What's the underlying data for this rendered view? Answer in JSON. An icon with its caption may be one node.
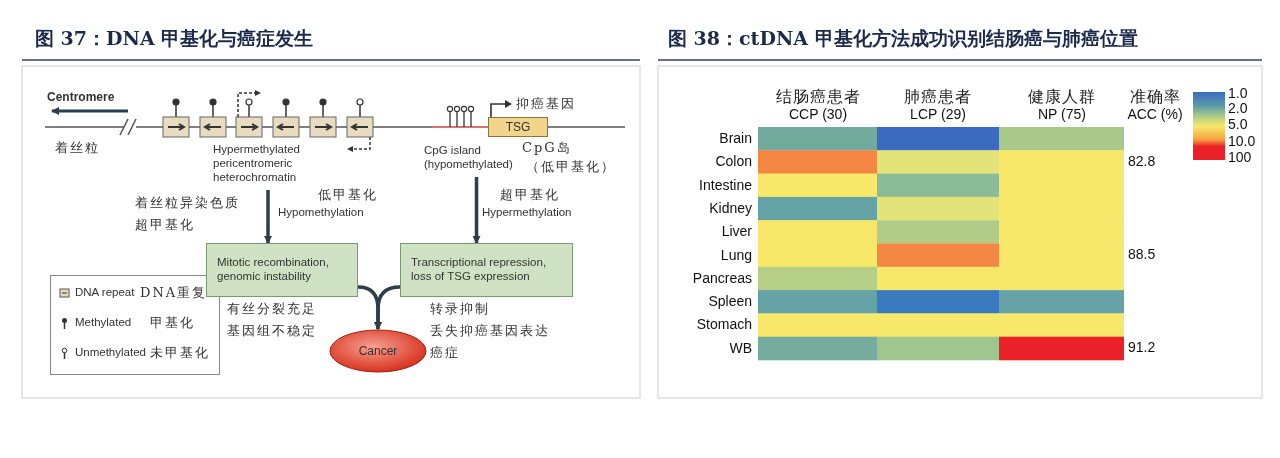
{
  "diagram": {
    "title": "图 37：DNA 甲基化与癌症发生",
    "nodes": [
      {
        "text": [
          "Mitotic recombination, genomic instability"
        ],
        "beside": [
          "有丝分裂充足",
          "基因组不稳定"
        ]
      },
      {
        "text": [
          "Transcriptional repression, loss of TSG expression"
        ],
        "beside": [
          "转录抑制",
          "丢失抑癌基因表达",
          "癌症"
        ]
      },
      {
        "text": [
          "Cancer"
        ]
      },
      {
        "text": [
          "Hypermethylated pericentromeric heterochromatin"
        ],
        "beside": [
          "着丝粒异染色质",
          "超甲基化"
        ]
      },
      {
        "text": [
          "CpG island (hypomethylated)"
        ],
        "beside": [
          "CpG岛",
          "（低甲基化）"
        ]
      },
      {
        "text": [
          "TSG"
        ],
        "beside": [
          "抑癌基因"
        ]
      }
    ],
    "edges": [
      {
        "from": 3,
        "to": 0,
        "arrow": "to",
        "label": "Hypomethylation"
      },
      {
        "from": 4,
        "to": 1,
        "arrow": "to",
        "label": "Hypermethylation"
      },
      {
        "from": 0,
        "to": 2,
        "arrow": "to"
      },
      {
        "from": 1,
        "to": 2,
        "arrow": "to"
      }
    ],
    "labels": [
      "Centromere",
      "着丝粒",
      "低甲基化",
      "超甲基化",
      "DNA重复",
      "甲基化",
      "未甲基化",
      "图 38：ctDNA 甲基化方法成功识别结肠癌与肺癌位置",
      "结肠癌患者",
      "CCP (30)",
      "肺癌患者",
      "LCP (29)",
      "健康人群",
      "NP (75)",
      "准确率",
      "ACC (%)",
      "1.0",
      "2.0",
      "5.0",
      "10.0",
      "100",
      "Brain",
      "Colon",
      "Intestine",
      "Kidney",
      "Liver",
      "Lung",
      "Pancreas",
      "Spleen",
      "Stomach",
      "WB",
      "82.8",
      "88.5",
      "91.2"
    ],
    "legend": [
      {
        "text": "DNA repeat"
      },
      {
        "text": "Methylated"
      },
      {
        "text": "Unmethylated"
      }
    ]
  }
}
